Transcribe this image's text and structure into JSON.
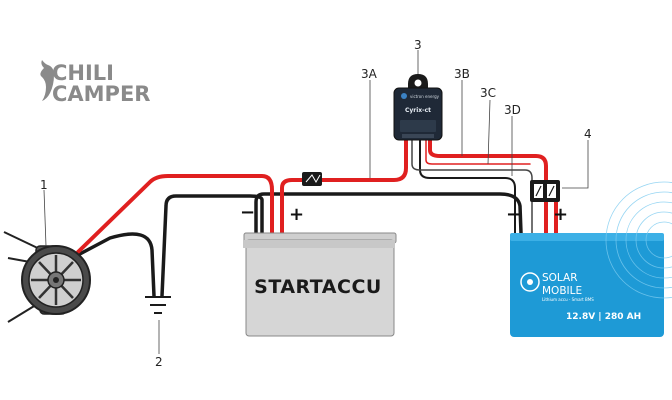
{
  "logo": {
    "line1": "CHILI",
    "line2": "CAMPER"
  },
  "callouts": {
    "c1": "1",
    "c2": "2",
    "c3": "3",
    "c3a": "3A",
    "c3b": "3B",
    "c3c": "3C",
    "c3d": "3D",
    "c4": "4"
  },
  "start_battery": {
    "label": "STARTACCU",
    "neg": "−",
    "pos": "+"
  },
  "house_battery": {
    "brand_line1": "SOLAR",
    "brand_line2": "MOBILE",
    "subtitle": "Lithium accu - Smart BMS",
    "spec": "12.8V | 280 AH",
    "neg": "−",
    "pos": "+"
  },
  "charger": {
    "brand": "victron energy",
    "model": "Cyrix-ct"
  },
  "colors": {
    "positive_wire": "#e02020",
    "negative_wire": "#1a1a1a",
    "house_battery": "#1e9ad6",
    "start_battery": "#d4d4d4"
  }
}
